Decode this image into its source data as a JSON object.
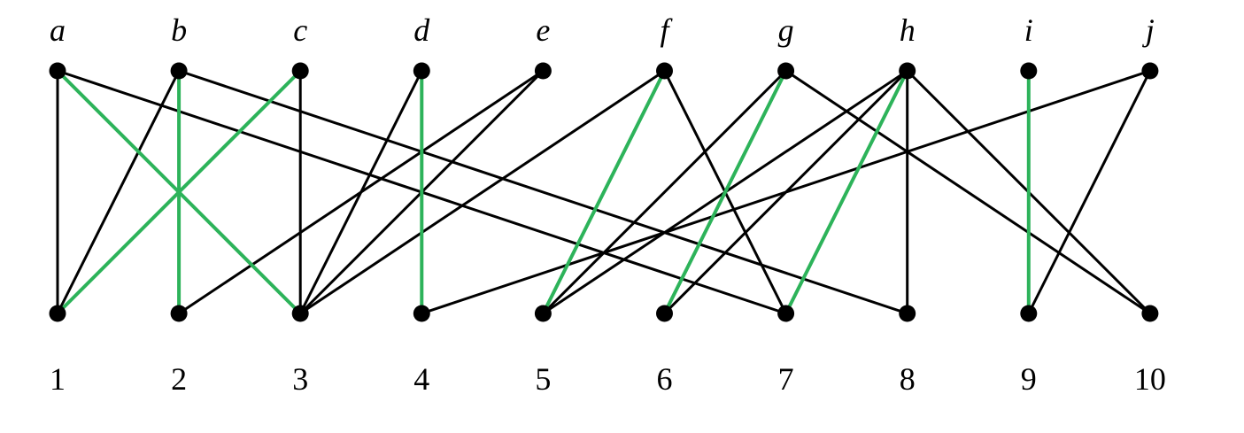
{
  "graph": {
    "type": "bipartite",
    "top_nodes": [
      "a",
      "b",
      "c",
      "d",
      "e",
      "f",
      "g",
      "h",
      "i",
      "j"
    ],
    "bottom_nodes": [
      "1",
      "2",
      "3",
      "4",
      "5",
      "6",
      "7",
      "8",
      "9",
      "10"
    ],
    "edges": [
      [
        "a",
        "1"
      ],
      [
        "a",
        "3"
      ],
      [
        "a",
        "7"
      ],
      [
        "b",
        "1"
      ],
      [
        "b",
        "2"
      ],
      [
        "b",
        "8"
      ],
      [
        "c",
        "1"
      ],
      [
        "c",
        "3"
      ],
      [
        "d",
        "3"
      ],
      [
        "d",
        "4"
      ],
      [
        "e",
        "2"
      ],
      [
        "e",
        "3"
      ],
      [
        "f",
        "3"
      ],
      [
        "f",
        "5"
      ],
      [
        "f",
        "7"
      ],
      [
        "g",
        "5"
      ],
      [
        "g",
        "6"
      ],
      [
        "g",
        "10"
      ],
      [
        "h",
        "5"
      ],
      [
        "h",
        "6"
      ],
      [
        "h",
        "7"
      ],
      [
        "h",
        "8"
      ],
      [
        "h",
        "10"
      ],
      [
        "i",
        "9"
      ],
      [
        "j",
        "4"
      ],
      [
        "j",
        "9"
      ]
    ],
    "matching": [
      [
        "a",
        "3"
      ],
      [
        "b",
        "2"
      ],
      [
        "c",
        "1"
      ],
      [
        "d",
        "4"
      ],
      [
        "f",
        "5"
      ],
      [
        "g",
        "6"
      ],
      [
        "h",
        "7"
      ],
      [
        "i",
        "9"
      ]
    ],
    "colors": {
      "edge": "#000000",
      "matching_edge": "#2db35a",
      "node": "#000000"
    }
  }
}
